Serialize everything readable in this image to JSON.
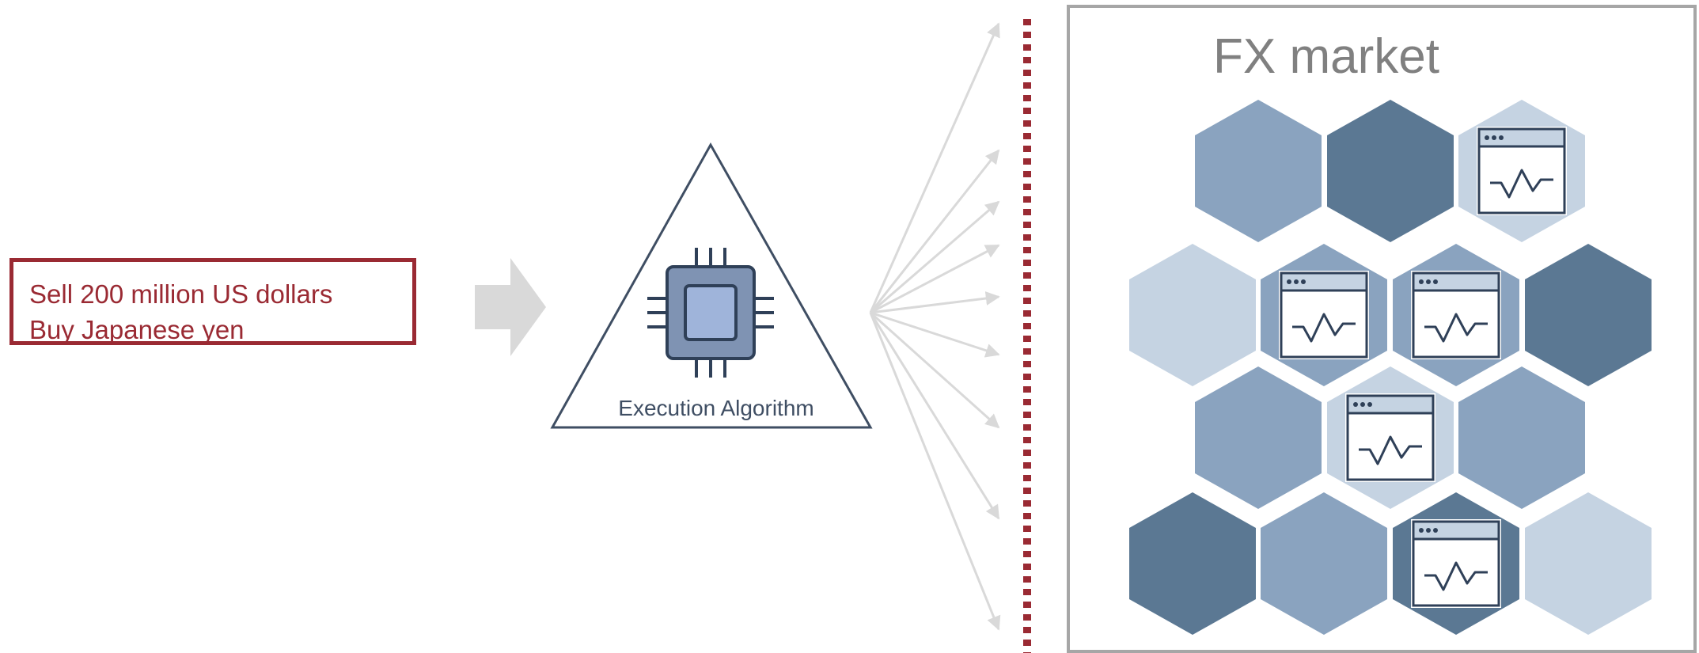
{
  "order": {
    "line1": "Sell 200 million US dollars",
    "line2": "Buy Japanese yen"
  },
  "algorithm": {
    "label": "Execution Algorithm",
    "icon": "cpu-chip-icon"
  },
  "market": {
    "title": "FX market",
    "tile_icon": "browser-chart-window-icon"
  },
  "colors": {
    "accent_red": "#9a2a33",
    "hex_dark": "#5b7893",
    "hex_mid": "#8aa3bf",
    "hex_light": "#c5d3e2",
    "arrow_gray": "#d9d9d9"
  }
}
